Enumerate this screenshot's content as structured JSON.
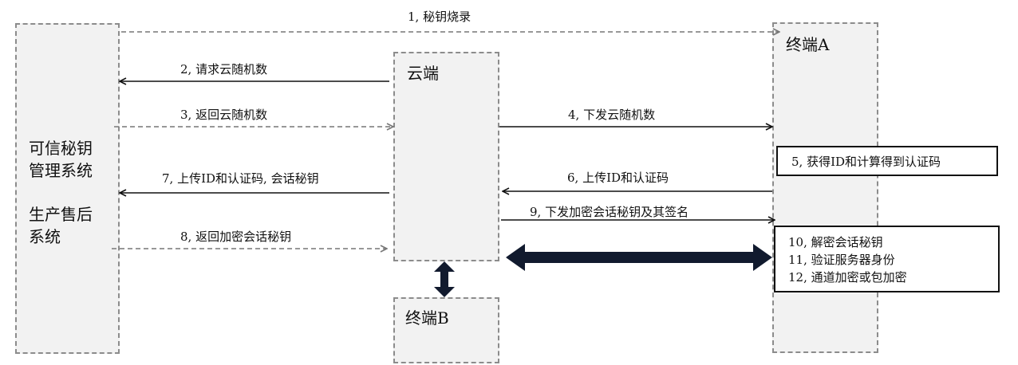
{
  "actors": {
    "mgmt": {
      "line1": "可信秘钥",
      "line2": "管理系统",
      "line3": "生产售后",
      "line4": "系统"
    },
    "cloud": "云端",
    "terminal_a": "终端A",
    "terminal_b": "终端B"
  },
  "messages": {
    "m1": "1, 秘钥烧录",
    "m2": "2, 请求云随机数",
    "m3": "3, 返回云随机数",
    "m4": "4, 下发云随机数",
    "m5": "5, 获得ID和计算得到认证码",
    "m6": "6, 上传ID和认证码",
    "m7": "7, 上传ID和认证码, 会话秘钥",
    "m8": "8, 返回加密会话秘钥",
    "m9": "9, 下发加密会话秘钥及其签名"
  },
  "terminal_steps": [
    "10, 解密会话秘钥",
    "11, 验证服务器身份",
    "12, 通道加密或包加密"
  ],
  "colors": {
    "box_fill": "#f2f2f2",
    "box_border": "#8c8c8c",
    "thick_arrow": "#111a2e"
  }
}
